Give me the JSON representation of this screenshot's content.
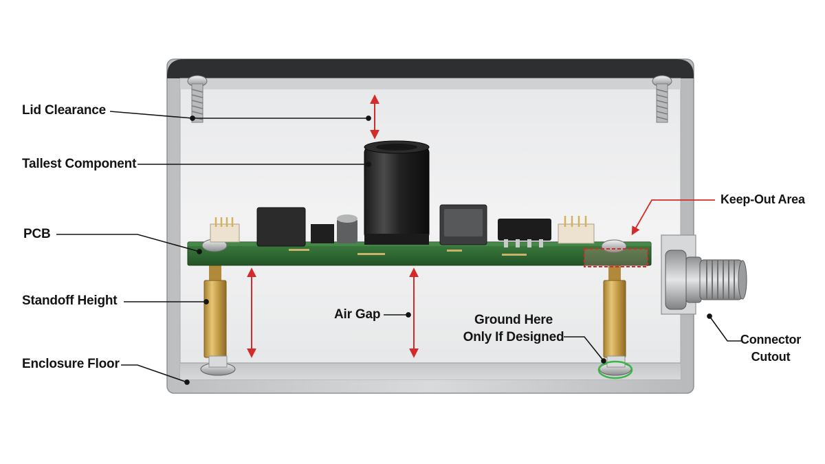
{
  "labels": {
    "lid_clearance": "Lid Clearance",
    "tallest_component": "Tallest Component",
    "pcb": "PCB",
    "standoff_height": "Standoff Height",
    "enclosure_floor": "Enclosure Floor",
    "air_gap": "Air Gap",
    "ground_here_line1": "Ground Here",
    "ground_here_line2": "Only If Designed",
    "keep_out_area": "Keep-Out Area",
    "connector_cutout_line1": "Connector",
    "connector_cutout_line2": "Cutout"
  },
  "colors": {
    "dimension_arrow": "#d42a2a",
    "keep_out_box": "#d42a2a",
    "ground_highlight": "#3ab54a",
    "pcb_green": "#2f6b32",
    "brass_standoff": "#c8a048",
    "enclosure_aluminium": "#c9cbcd",
    "lid_dark": "#2e2f31",
    "label_text": "#141414"
  }
}
